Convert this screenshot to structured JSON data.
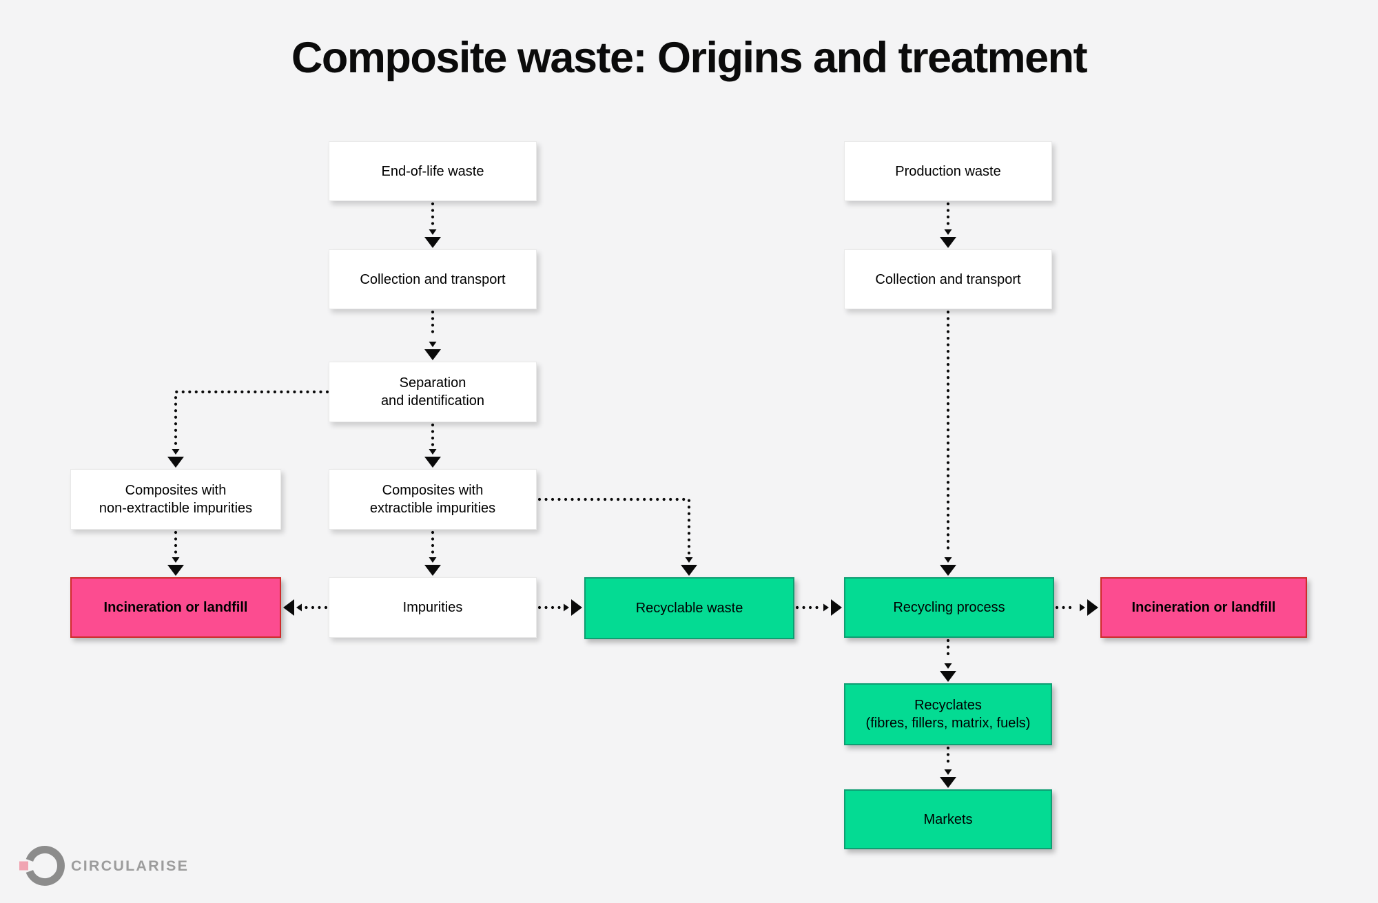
{
  "title": "Composite waste: Origins and treatment",
  "colors": {
    "background": "#F4F4F5",
    "box_white": "#FFFFFF",
    "box_green": "#04DB93",
    "box_green_border": "#0E9E72",
    "box_pink": "#FC4C90",
    "box_pink_border": "#CE2B2B",
    "arrow": "#0A0A0A",
    "logo_gray": "#8C8C8C",
    "logo_pink": "#F0A4B2",
    "logo_text_color": "#9C9C9C"
  },
  "diagram": {
    "nodes": {
      "end_of_life": {
        "label": "End-of-life waste",
        "kind": "white"
      },
      "collection_transport_left": {
        "label": "Collection and transport",
        "kind": "white"
      },
      "separation_identification": {
        "label": "Separation\nand identification",
        "kind": "white"
      },
      "composites_non_extractible": {
        "label": "Composites with\nnon-extractible impurities",
        "kind": "white"
      },
      "composites_extractible": {
        "label": "Composites with\nextractible impurities",
        "kind": "white"
      },
      "incineration_landfill_left": {
        "label": "Incineration or landfill",
        "kind": "pink"
      },
      "impurities": {
        "label": "Impurities",
        "kind": "white"
      },
      "recyclable_waste": {
        "label": "Recyclable waste",
        "kind": "green"
      },
      "production_waste": {
        "label": "Production waste",
        "kind": "white"
      },
      "collection_transport_right": {
        "label": "Collection and transport",
        "kind": "white"
      },
      "recycling_process": {
        "label": "Recycling process",
        "kind": "green"
      },
      "incineration_landfill_right": {
        "label": "Incineration or landfill",
        "kind": "pink"
      },
      "recyclates": {
        "label": "Recyclates\n(fibres, fillers, matrix, fuels)",
        "kind": "green"
      },
      "markets": {
        "label": "Markets",
        "kind": "green"
      }
    },
    "edges": [
      {
        "from": "end_of_life",
        "to": "collection_transport_left"
      },
      {
        "from": "collection_transport_left",
        "to": "separation_identification"
      },
      {
        "from": "separation_identification",
        "to": "composites_non_extractible"
      },
      {
        "from": "separation_identification",
        "to": "composites_extractible"
      },
      {
        "from": "composites_non_extractible",
        "to": "incineration_landfill_left"
      },
      {
        "from": "composites_extractible",
        "to": "impurities"
      },
      {
        "from": "composites_extractible",
        "to": "recyclable_waste"
      },
      {
        "from": "impurities",
        "to": "incineration_landfill_left"
      },
      {
        "from": "impurities",
        "to": "recyclable_waste"
      },
      {
        "from": "recyclable_waste",
        "to": "recycling_process"
      },
      {
        "from": "production_waste",
        "to": "collection_transport_right"
      },
      {
        "from": "collection_transport_right",
        "to": "recycling_process"
      },
      {
        "from": "recycling_process",
        "to": "incineration_landfill_right"
      },
      {
        "from": "recycling_process",
        "to": "recyclates"
      },
      {
        "from": "recyclates",
        "to": "markets"
      }
    ]
  },
  "logo": {
    "text": "CIRCULARISE"
  }
}
